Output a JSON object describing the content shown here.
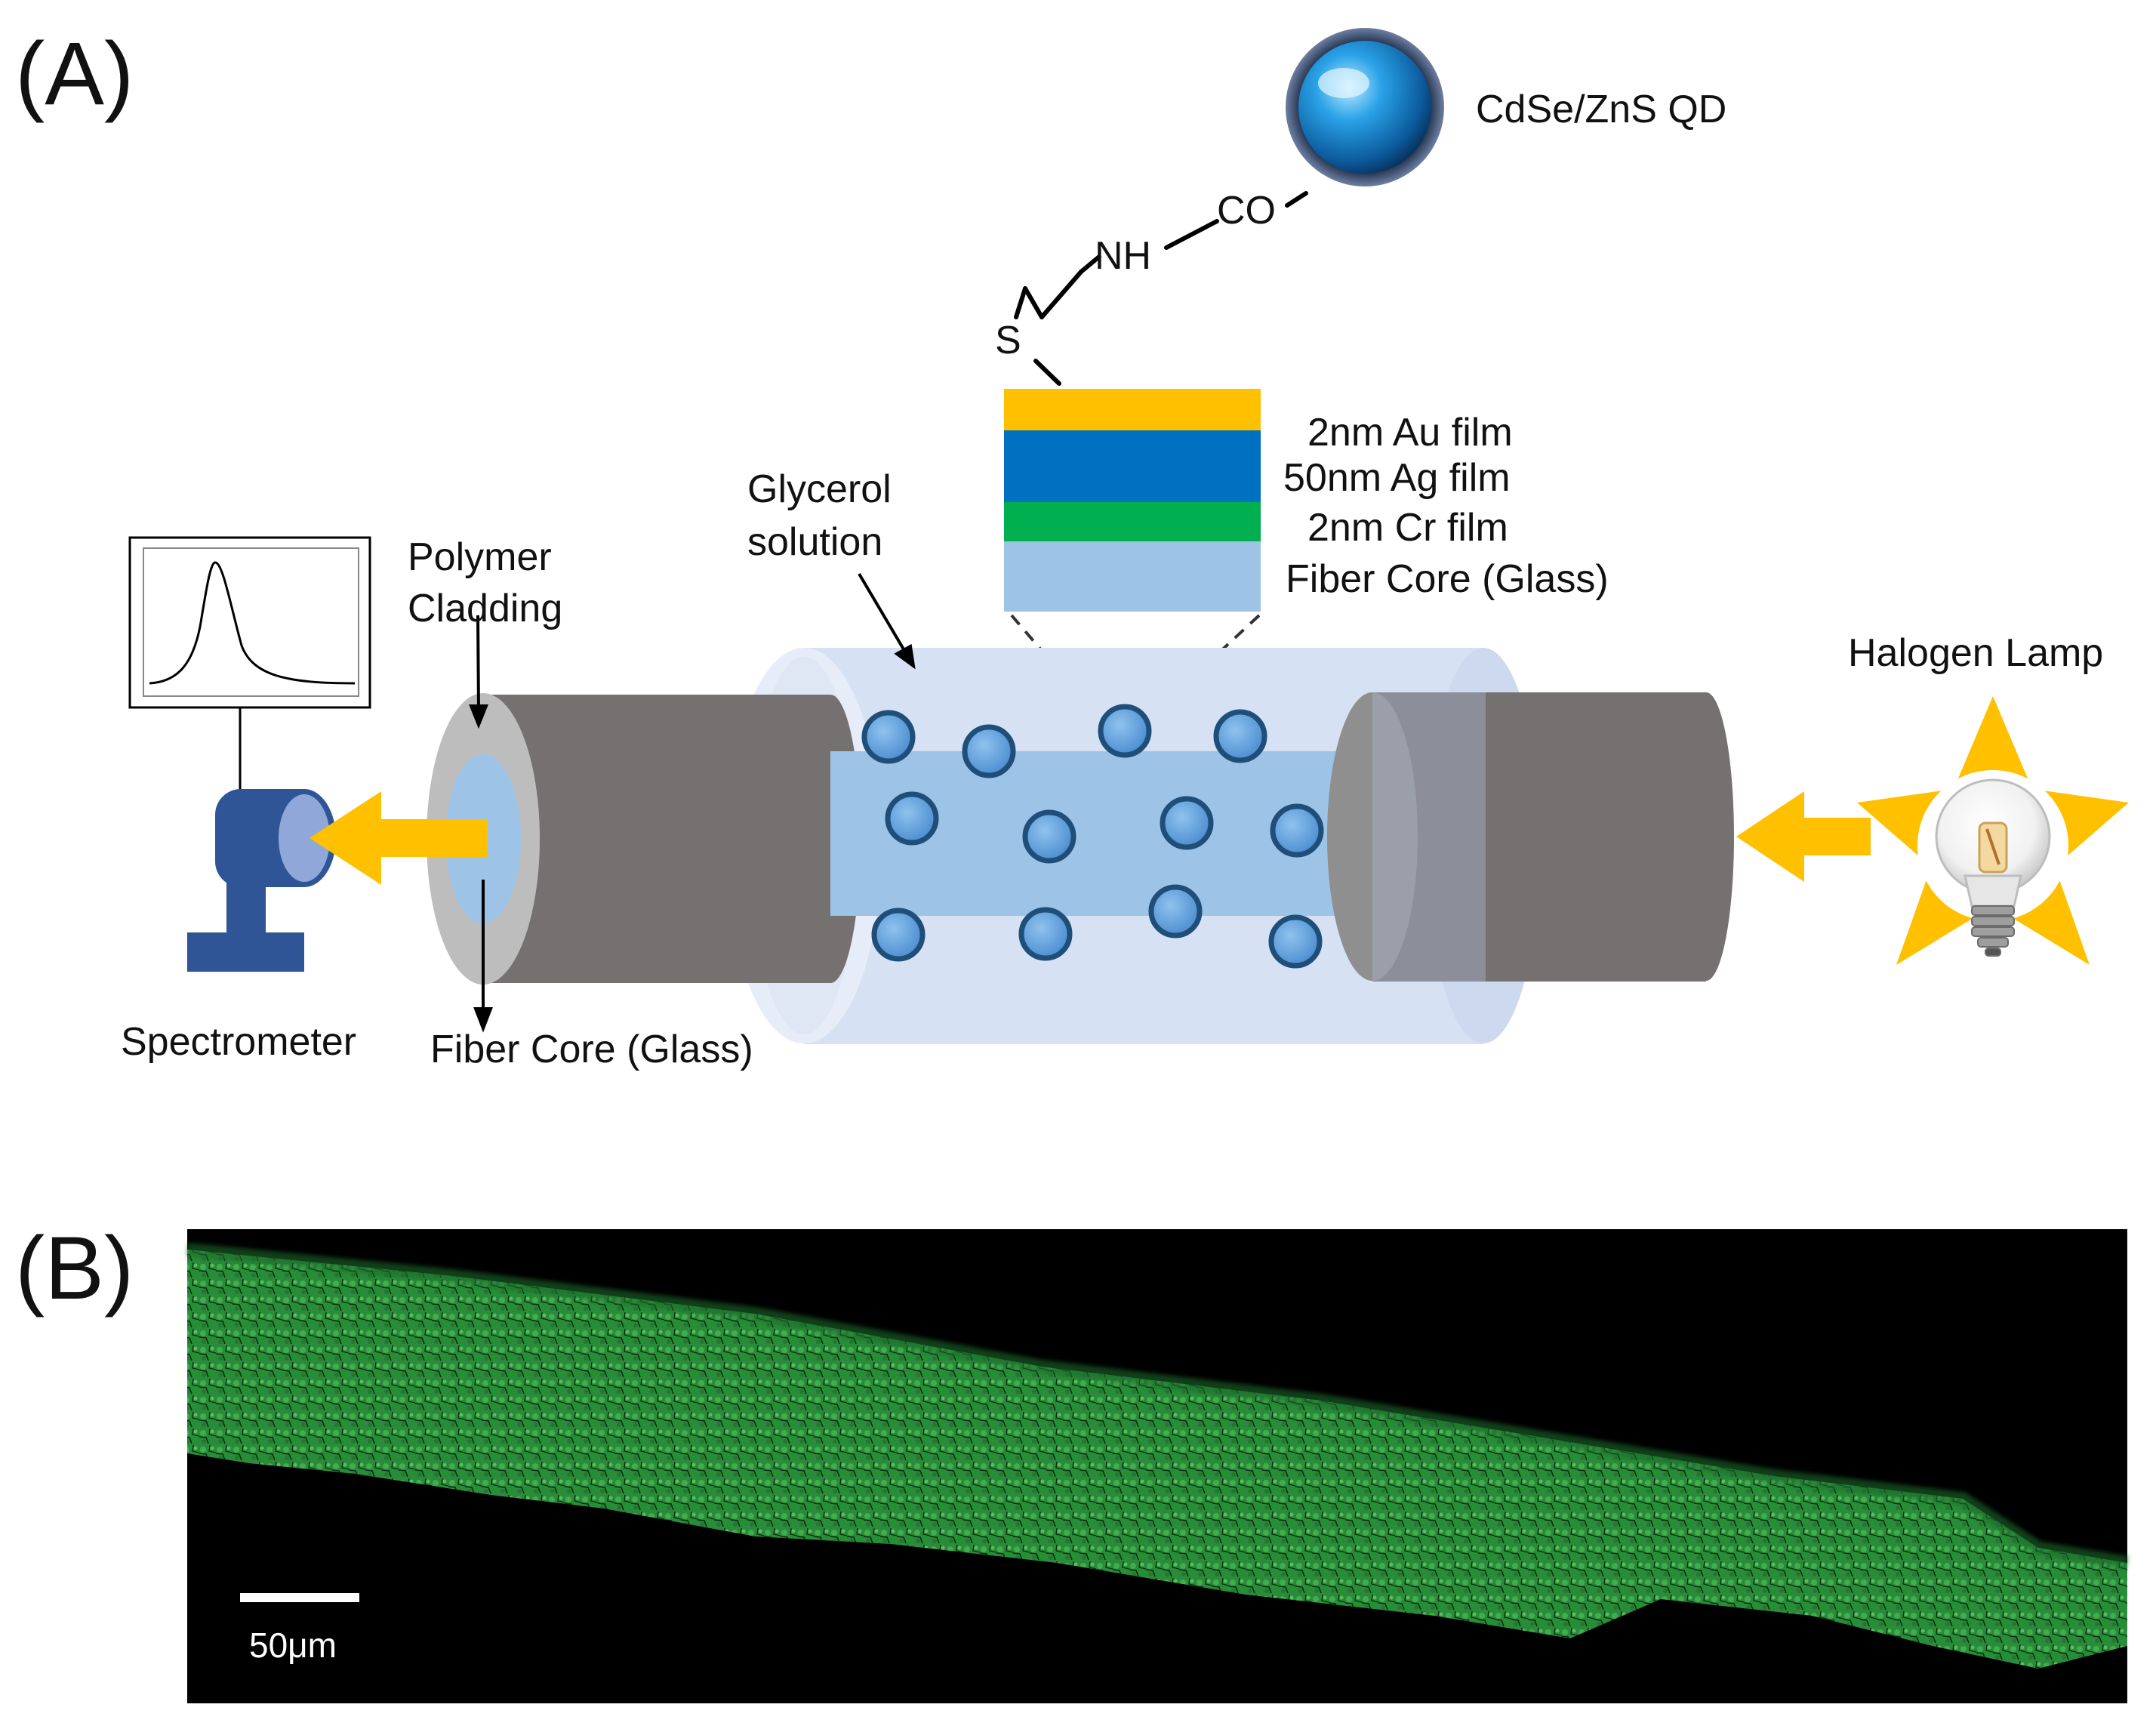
{
  "panel_a": {
    "label": "(A)",
    "qd_label": "CdSe/ZnS QD",
    "linker": {
      "s": "S",
      "nh": "NH",
      "co": "CO"
    },
    "layers": [
      {
        "text": "2nm Au film",
        "color": "#ffc000"
      },
      {
        "text": "50nm Ag film",
        "color": "#0070c0"
      },
      {
        "text": "2nm Cr film",
        "color": "#00b050"
      },
      {
        "text": "Fiber Core (Glass)",
        "color": "#9dc3e6"
      }
    ],
    "glycerol_label": [
      "Glycerol",
      "solution"
    ],
    "polymer_label": [
      "Polymer",
      "Cladding"
    ],
    "fiber_core_label": "Fiber Core (Glass)",
    "spectrometer_label": "Spectrometer",
    "lamp_label": "Halogen Lamp",
    "colors": {
      "arrow": "#ffc000",
      "fiber_gray": "#767171",
      "spectrometer": "#2f5597",
      "qd_blue": "#5b9bd5"
    }
  },
  "panel_b": {
    "label": "(B)",
    "scale_bar_label": "50μm",
    "colors": {
      "background": "#000000",
      "fluorescence": "#2e8b3a"
    }
  }
}
